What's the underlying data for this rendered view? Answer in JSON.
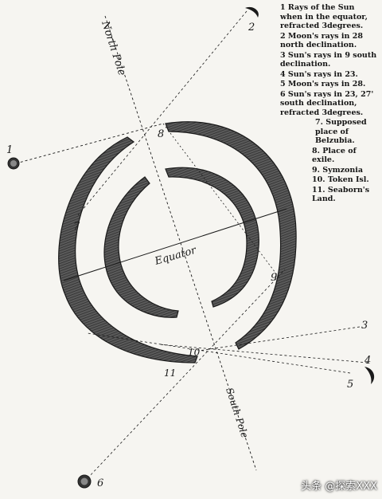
{
  "legend": [
    "1 Rays of the Sun when in the equator, refracted 3degrees.",
    "2 Moon's rays in 28 north declination.",
    "3 Sun's rays in 9 south declination.",
    "4 Sun's rays in 23.",
    "5 Moon's rays in 28.",
    "6 Sun's rays in 23, 27' south declination, refracted 3degrees.",
    "7. Supposed place of Belzubia.",
    "8. Place of exile.",
    "9. Symzonia",
    "10. Token Isl.",
    "11. Seaborn's Land."
  ],
  "labels": {
    "north_pole": "North Pole",
    "south_pole": "South Pole",
    "equator": "Equator"
  },
  "markers": [
    "1",
    "2",
    "3",
    "4",
    "5",
    "6",
    "7",
    "8",
    "9",
    "10",
    "11"
  ],
  "watermark": "头条 @探索XXX",
  "colors": {
    "ink": "#1a1a1a",
    "paper": "#f6f5f1",
    "band": "#4a4a4a"
  }
}
